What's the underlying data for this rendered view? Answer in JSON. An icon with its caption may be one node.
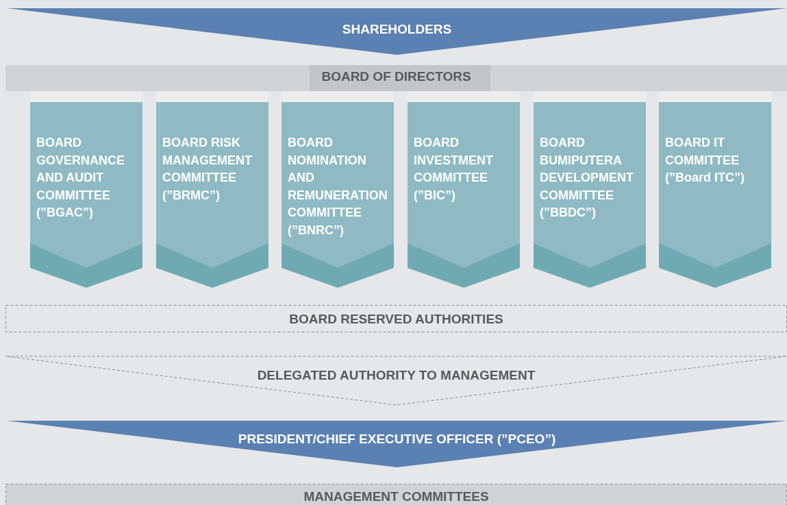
{
  "diagram": {
    "nodes": [
      {
        "text": [
          "SHAREHOLDERS"
        ]
      },
      {
        "text": [
          "BOARD OF DIRECTORS"
        ]
      },
      {
        "text": [
          "BOARD GOVERNANCE AND AUDIT COMMITTEE (”BGAC”)"
        ]
      },
      {
        "text": [
          "BOARD RISK MANAGEMENT COMMITTEE (”BRMC”)"
        ]
      },
      {
        "text": [
          "BOARD NOMINATION AND REMUNERATION COMMITTEE (”BNRC”)"
        ]
      },
      {
        "text": [
          "BOARD INVESTMENT COMMITTEE (”BIC”)"
        ]
      },
      {
        "text": [
          "BOARD BUMIPUTERA DEVELOPMENT COMMITTEE (”BBDC”)"
        ]
      },
      {
        "text": [
          "BOARD IT COMMITTEE (”Board ITC”)"
        ]
      },
      {
        "text": [
          "BOARD RESERVED AUTHORITIES"
        ]
      },
      {
        "text": [
          "PRESIDENT/CHIEF EXECUTIVE OFFICER (”PCEO”)"
        ]
      },
      {
        "text": [
          "MANAGEMENT COMMITTEES"
        ]
      }
    ],
    "edges": [
      {
        "from": 8,
        "to": 9,
        "arrow": "to",
        "label": "DELEGATED AUTHORITY TO MANAGEMENT",
        "style": "dashed"
      }
    ]
  }
}
